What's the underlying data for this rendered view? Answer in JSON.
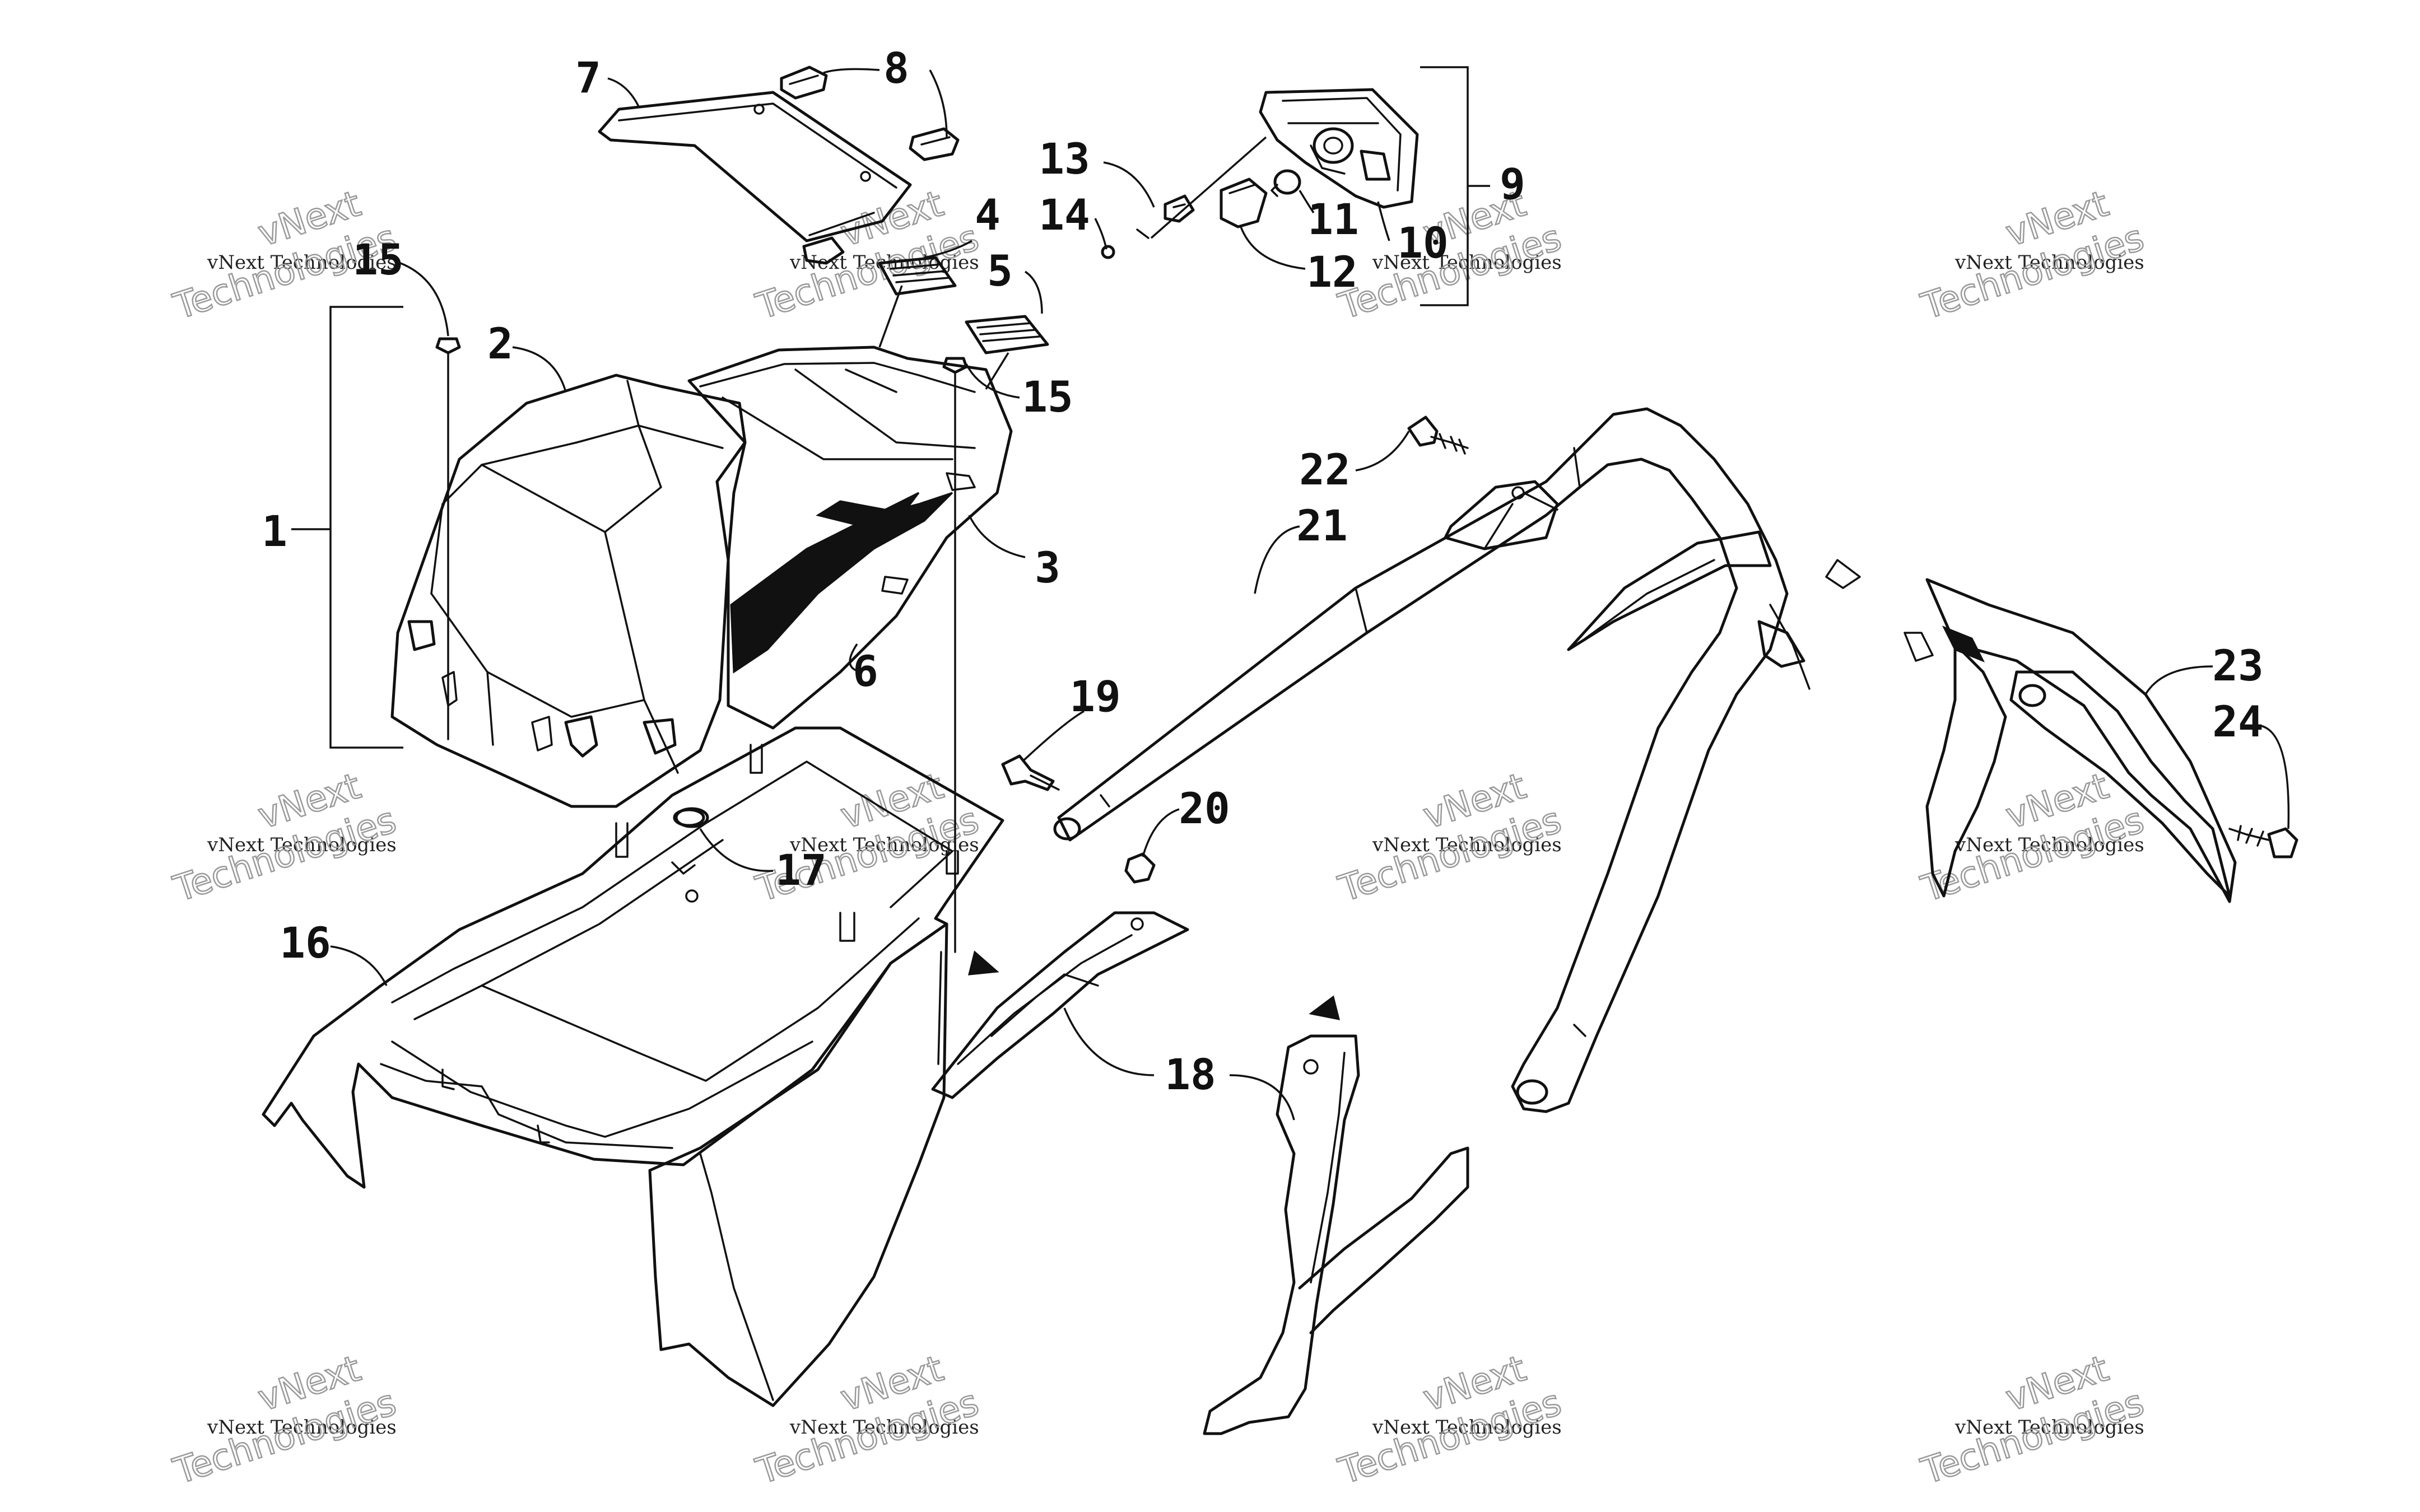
{
  "diagram": {
    "callouts": [
      {
        "id": "c1",
        "text": "1"
      },
      {
        "id": "c2",
        "text": "2"
      },
      {
        "id": "c3",
        "text": "3"
      },
      {
        "id": "c4",
        "text": "4"
      },
      {
        "id": "c5",
        "text": "5"
      },
      {
        "id": "c6",
        "text": "6"
      },
      {
        "id": "c7",
        "text": "7"
      },
      {
        "id": "c8",
        "text": "8"
      },
      {
        "id": "c9",
        "text": "9"
      },
      {
        "id": "c10",
        "text": "10"
      },
      {
        "id": "c11",
        "text": "11"
      },
      {
        "id": "c12",
        "text": "12"
      },
      {
        "id": "c13",
        "text": "13"
      },
      {
        "id": "c14",
        "text": "14"
      },
      {
        "id": "c15a",
        "text": "15"
      },
      {
        "id": "c15b",
        "text": "15"
      },
      {
        "id": "c16",
        "text": "16"
      },
      {
        "id": "c17",
        "text": "17"
      },
      {
        "id": "c18",
        "text": "18"
      },
      {
        "id": "c19",
        "text": "19"
      },
      {
        "id": "c20",
        "text": "20"
      },
      {
        "id": "c21",
        "text": "21"
      },
      {
        "id": "c22",
        "text": "22"
      },
      {
        "id": "c23",
        "text": "23"
      },
      {
        "id": "c24",
        "text": "24"
      }
    ]
  },
  "watermark": {
    "line1": "vNext Technologies",
    "line2": "vNext",
    "line3": "Technologies"
  }
}
